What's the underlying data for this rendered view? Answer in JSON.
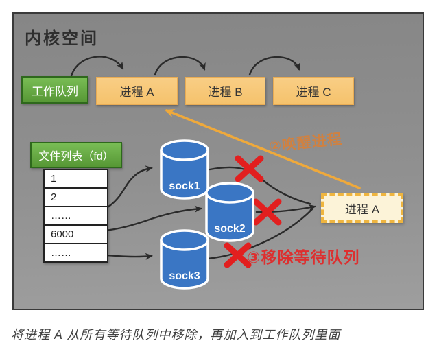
{
  "kernel": {
    "title": "内核空间"
  },
  "work_queue": {
    "label": "工作队列"
  },
  "processes": [
    {
      "label": "进程 A"
    },
    {
      "label": "进程 B"
    },
    {
      "label": "进程 C"
    }
  ],
  "fd_list": {
    "header": "文件列表（fd）",
    "rows": [
      "1",
      "2",
      "……",
      "6000",
      "……"
    ]
  },
  "sockets": [
    {
      "label": "sock1"
    },
    {
      "label": "sock2"
    },
    {
      "label": "sock3"
    }
  ],
  "waiting_process": {
    "label": "进程 A"
  },
  "annotations": {
    "wake_step": "②唤醒进程",
    "remove_step": "③移除等待队列"
  },
  "caption": "将进程 A 从所有等待队列中移除，再加入到工作队列里面",
  "colors": {
    "panel_gray": "#8e8e8e",
    "green_box": "#63ac41",
    "orange_box": "#f8c87c",
    "socket_blue": "#3a76c4",
    "arrow_black": "#2a2a2a",
    "arrow_orange": "#efa93b",
    "cross_red": "#e21f1f",
    "remove_text_red": "#dd2f2f",
    "wake_text_orange": "#e07e2e"
  }
}
